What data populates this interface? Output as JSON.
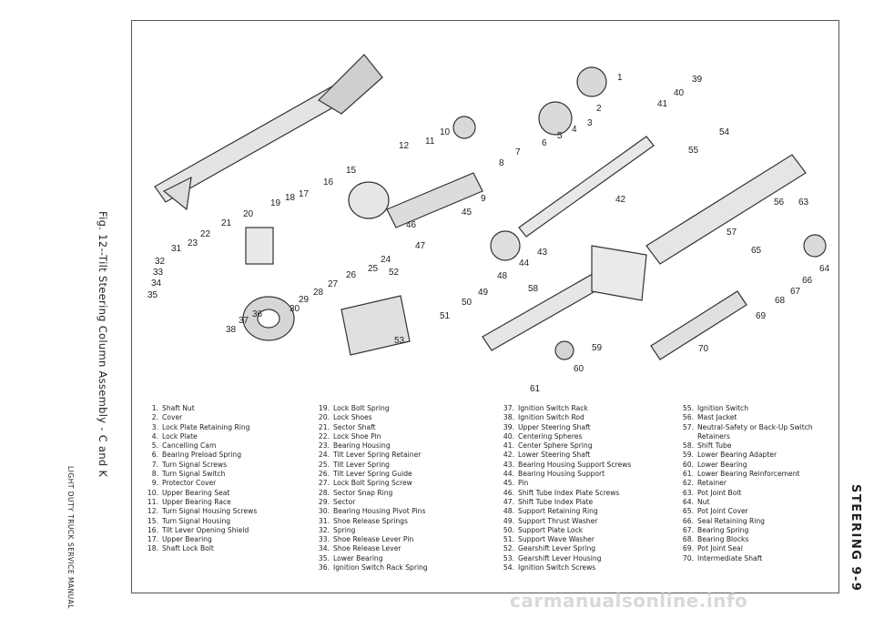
{
  "caption": "Fig. 12--Tilt Steering Column Assembly - C and K",
  "manual": "LIGHT DUTY TRUCK SERVICE MANUAL",
  "section": "STEERING 9-9",
  "watermark": "carmanualsonline.info",
  "callouts": [
    "1",
    "2",
    "3",
    "4",
    "5",
    "6",
    "7",
    "8",
    "9",
    "10",
    "11",
    "12",
    "15",
    "16",
    "17",
    "18",
    "19",
    "20",
    "21",
    "22",
    "23",
    "24",
    "25",
    "26",
    "27",
    "28",
    "29",
    "30",
    "31",
    "32",
    "33",
    "34",
    "35",
    "36",
    "37",
    "38",
    "39",
    "40",
    "41",
    "42",
    "43",
    "44",
    "45",
    "46",
    "47",
    "48",
    "49",
    "50",
    "51",
    "52",
    "53",
    "54",
    "55",
    "56",
    "57",
    "58",
    "59",
    "60",
    "61",
    "63",
    "64",
    "65",
    "66",
    "67",
    "68",
    "69",
    "70"
  ],
  "legend": {
    "col1": [
      {
        "n": "1.",
        "t": "Shaft Nut"
      },
      {
        "n": "2.",
        "t": "Cover"
      },
      {
        "n": "3.",
        "t": "Lock Plate Retaining Ring"
      },
      {
        "n": "4.",
        "t": "Lock Plate"
      },
      {
        "n": "5.",
        "t": "Cancelling Cam"
      },
      {
        "n": "6.",
        "t": "Bearing Preload Spring"
      },
      {
        "n": "7.",
        "t": "Turn Signal Screws"
      },
      {
        "n": "8.",
        "t": "Turn Signal Switch"
      },
      {
        "n": "9.",
        "t": "Protector Cover"
      },
      {
        "n": "10.",
        "t": "Upper Bearing Seat"
      },
      {
        "n": "11.",
        "t": "Upper Bearing Race"
      },
      {
        "n": "12.",
        "t": "Turn Signal Housing Screws"
      },
      {
        "n": "15.",
        "t": "Turn Signal Housing"
      },
      {
        "n": "16.",
        "t": "Tilt Lever Opening Shield"
      },
      {
        "n": "17.",
        "t": "Upper Bearing"
      },
      {
        "n": "18.",
        "t": "Shaft Lock Bolt"
      }
    ],
    "col2": [
      {
        "n": "19.",
        "t": "Lock Bolt Spring"
      },
      {
        "n": "20.",
        "t": "Lock Shoes"
      },
      {
        "n": "21.",
        "t": "Sector Shaft"
      },
      {
        "n": "22.",
        "t": "Lock Shoe Pin"
      },
      {
        "n": "23.",
        "t": "Bearing Housing"
      },
      {
        "n": "24.",
        "t": "Tilt Lever Spring Retainer"
      },
      {
        "n": "25.",
        "t": "Tilt Lever Spring"
      },
      {
        "n": "26.",
        "t": "Tilt Lever Spring Guide"
      },
      {
        "n": "27.",
        "t": "Lock Bolt Spring Screw"
      },
      {
        "n": "28.",
        "t": "Sector Snap Ring"
      },
      {
        "n": "29.",
        "t": "Sector"
      },
      {
        "n": "30.",
        "t": "Bearing Housing Pivot Pins"
      },
      {
        "n": "31.",
        "t": "Shoe Release Springs"
      },
      {
        "n": "32.",
        "t": "Spring"
      },
      {
        "n": "33.",
        "t": "Shoe Release Lever Pin"
      },
      {
        "n": "34.",
        "t": "Shoe Release Lever"
      },
      {
        "n": "35.",
        "t": "Lower Bearing"
      },
      {
        "n": "36.",
        "t": "Ignition Switch Rack Spring"
      }
    ],
    "col3": [
      {
        "n": "37.",
        "t": "Ignition Switch Rack"
      },
      {
        "n": "38.",
        "t": "Ignition Switch Rod"
      },
      {
        "n": "39.",
        "t": "Upper Steering Shaft"
      },
      {
        "n": "40.",
        "t": "Centering Spheres"
      },
      {
        "n": "41.",
        "t": "Center Sphere Spring"
      },
      {
        "n": "42.",
        "t": "Lower Steering Shaft"
      },
      {
        "n": "43.",
        "t": "Bearing Housing Support Screws"
      },
      {
        "n": "44.",
        "t": "Bearing Housing Support"
      },
      {
        "n": "45.",
        "t": "Pin"
      },
      {
        "n": "46.",
        "t": "Shift Tube Index Plate Screws"
      },
      {
        "n": "47.",
        "t": "Shift Tube Index Plate"
      },
      {
        "n": "48.",
        "t": "Support Retaining Ring"
      },
      {
        "n": "49.",
        "t": "Support Thrust Washer"
      },
      {
        "n": "50.",
        "t": "Support Plate Lock"
      },
      {
        "n": "51.",
        "t": "Support Wave Washer"
      },
      {
        "n": "52.",
        "t": "Gearshift Lever Spring"
      },
      {
        "n": "53.",
        "t": "Gearshift Lever Housing"
      },
      {
        "n": "54.",
        "t": "Ignition Switch Screws"
      }
    ],
    "col4": [
      {
        "n": "55.",
        "t": "Ignition Switch"
      },
      {
        "n": "56.",
        "t": "Mast Jacket"
      },
      {
        "n": "57.",
        "t": "Neutral-Safety or Back-Up Switch Retainers"
      },
      {
        "n": "58.",
        "t": "Shift Tube"
      },
      {
        "n": "59.",
        "t": "Lower Bearing Adapter"
      },
      {
        "n": "60.",
        "t": "Lower Bearing"
      },
      {
        "n": "61.",
        "t": "Lower Bearing Reinforcement"
      },
      {
        "n": "62.",
        "t": "Retainer"
      },
      {
        "n": "63.",
        "t": "Pot Joint Bolt"
      },
      {
        "n": "64.",
        "t": "Nut"
      },
      {
        "n": "65.",
        "t": "Pot Joint Cover"
      },
      {
        "n": "66.",
        "t": "Seal Retaining Ring"
      },
      {
        "n": "67.",
        "t": "Bearing Spring"
      },
      {
        "n": "68.",
        "t": "Bearing Blocks"
      },
      {
        "n": "69.",
        "t": "Pot Joint Seal"
      },
      {
        "n": "70.",
        "t": "Intermediate Shaft"
      }
    ]
  }
}
